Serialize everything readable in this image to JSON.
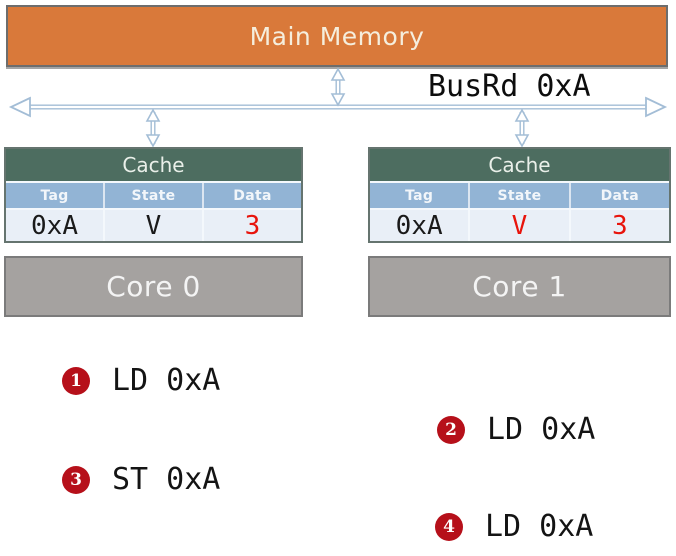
{
  "main_memory": {
    "label": "Main Memory"
  },
  "bus": {
    "label": "BusRd 0xA"
  },
  "caches": [
    {
      "title": "Cache",
      "columns": [
        "Tag",
        "State",
        "Data"
      ],
      "values": {
        "tag": {
          "text": "0xA",
          "color": "#1a1a1a"
        },
        "state": {
          "text": "V",
          "color": "#1a1a1a"
        },
        "data": {
          "text": "3",
          "color": "#e8140c"
        }
      }
    },
    {
      "title": "Cache",
      "columns": [
        "Tag",
        "State",
        "Data"
      ],
      "values": {
        "tag": {
          "text": "0xA",
          "color": "#1a1a1a"
        },
        "state": {
          "text": "V",
          "color": "#e8140c"
        },
        "data": {
          "text": "3",
          "color": "#e8140c"
        }
      }
    }
  ],
  "cores": [
    {
      "label": "Core 0"
    },
    {
      "label": "Core 1"
    }
  ],
  "operations": [
    {
      "num": "1",
      "text": "LD 0xA"
    },
    {
      "num": "2",
      "text": "LD 0xA"
    },
    {
      "num": "3",
      "text": "ST 0xA"
    },
    {
      "num": "4",
      "text": "LD 0xA"
    }
  ],
  "colors": {
    "memory_fill": "#d9793a",
    "memory_text": "#f5eedd",
    "cache_header_fill": "#4d6d60",
    "table_header_fill": "#92b4d5",
    "table_row_fill": "#e9eff7",
    "core_fill": "#a5a2a0",
    "badge_red": "#b6101a",
    "value_red": "#e8140c",
    "bus_blue": "#a3bdd6"
  }
}
